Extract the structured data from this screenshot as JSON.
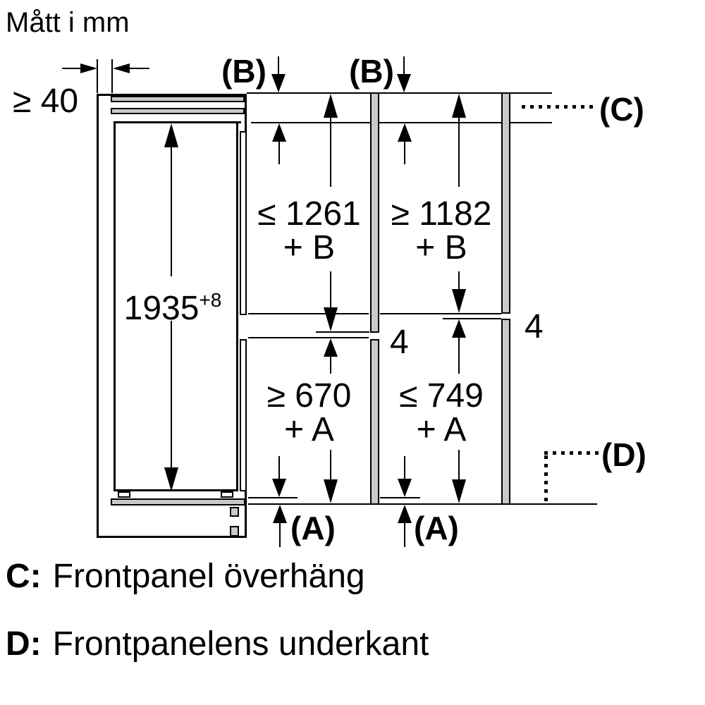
{
  "title": "Mått i mm",
  "dims": {
    "top_clearance": "≥ 40",
    "niche_height": "1935",
    "niche_height_tolerance": "+8",
    "left_upper_value": "≤ 1261",
    "left_upper_add": "+ B",
    "right_upper_value": "≥ 1182",
    "right_upper_add": "+ B",
    "left_lower_value": "≥ 670",
    "left_lower_add": "+ A",
    "right_lower_value": "≤ 749",
    "right_lower_add": "+ A",
    "joint_gap_left": "4",
    "joint_gap_right": "4"
  },
  "labels": {
    "b_left": "(B)",
    "b_right": "(B)",
    "a_left": "(A)",
    "a_right": "(A)",
    "c": "(C)",
    "d": "(D)"
  },
  "legend": {
    "c_key": "C:",
    "c_text": "Frontpanel överhäng",
    "d_key": "D:",
    "d_text": "Frontpanelens underkant"
  },
  "colors": {
    "line": "#000000",
    "panel_fill": "#c9c9c9",
    "background": "#ffffff"
  }
}
